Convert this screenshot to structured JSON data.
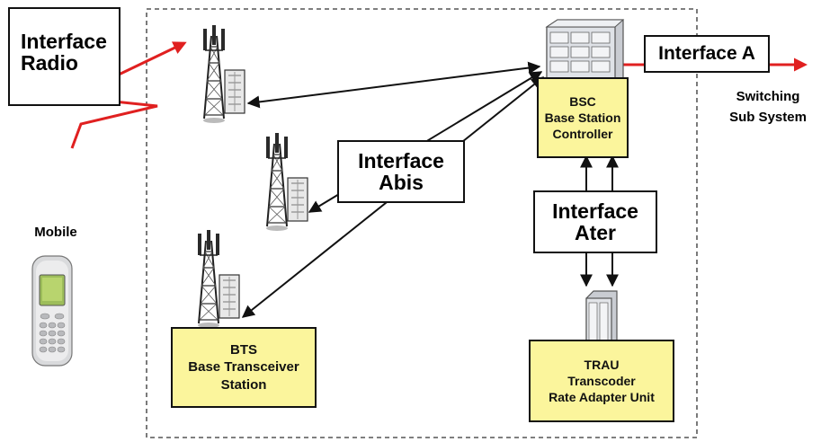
{
  "labels": {
    "interface_radio": [
      "Interface",
      "Radio"
    ],
    "interface_a": "Interface A",
    "interface_abis": [
      "Interface",
      "Abis"
    ],
    "interface_ater": [
      "Interface",
      "Ater"
    ],
    "switching": [
      "Switching",
      "Sub System"
    ],
    "mobile": "Mobile"
  },
  "nodes": {
    "bsc": [
      "BSC",
      "Base Station",
      "Controller"
    ],
    "bts": [
      "BTS",
      "Base Transceiver",
      "Station"
    ],
    "trau": [
      "TRAU",
      "Transcoder",
      "Rate Adapter Unit"
    ]
  },
  "colors": {
    "accent_red": "#e02020",
    "node_fill": "#fbf59c",
    "line": "#111111"
  },
  "icons": [
    "antenna-tower-icon",
    "bsc-rack-icon",
    "trau-rack-icon",
    "mobile-phone-icon"
  ]
}
